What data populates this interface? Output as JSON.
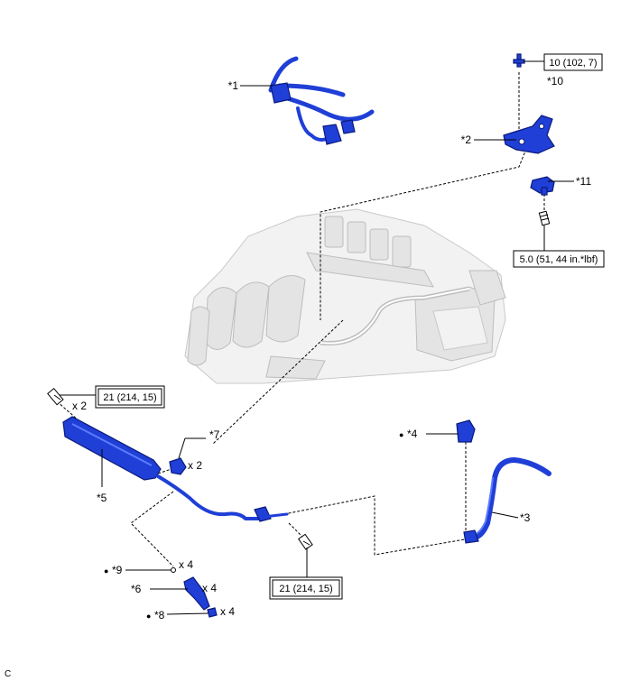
{
  "callouts": {
    "c1": "*1",
    "c2": "*2",
    "c3": "*3",
    "c4": "*4",
    "c5": "*5",
    "c6": "*6",
    "c7": "*7",
    "c8": "*8",
    "c9": "*9",
    "c10": "*10",
    "c11": "*11"
  },
  "markers": {
    "bullet": "●"
  },
  "quantities": {
    "x2_bolt": "x 2",
    "x2_grommet": "x 2",
    "x4_ring": "x 4",
    "x4_injector": "x 4",
    "x4_insulator": "x 4"
  },
  "torque": {
    "t10": "10 (102, 7)",
    "t5": "5.0 (51, 44 in.*lbf)",
    "t21_top": "21 (214, 15)",
    "t21_bottom": "21 (214, 15)"
  },
  "footer": {
    "figure_code": "C"
  },
  "colors": {
    "part_blue": "#1f3fd6",
    "engine_gray": "#f2f2f2"
  }
}
